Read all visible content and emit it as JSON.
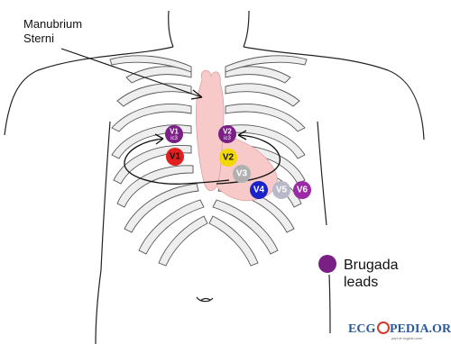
{
  "callout": {
    "line1": "Manubrium",
    "line2": "Sterni"
  },
  "leads": {
    "v1_high": {
      "label": "V1",
      "sub": "ic3"
    },
    "v2_high": {
      "label": "V2",
      "sub": "ic3"
    },
    "v1": "V1",
    "v2": "V2",
    "v3": "V3",
    "v4": "V4",
    "v5": "V5",
    "v6": "V6"
  },
  "legend": {
    "line1": "Brugada",
    "line2": "leads"
  },
  "watermark": {
    "text_a": "ECG",
    "text_b": "PEDIA.ORG",
    "tagline": "part of ecgedu.com"
  },
  "colors": {
    "brugada": "#7a1f86",
    "v1": "#e02020",
    "v2": "#f2d800",
    "v3": "#b0b0b0",
    "v4": "#1a23c8",
    "v5": "#b8b8c8",
    "v6": "#9b2aa6",
    "heart": "#f7c9c9",
    "bone": "#eeeeee",
    "bone_line": "#555555"
  }
}
